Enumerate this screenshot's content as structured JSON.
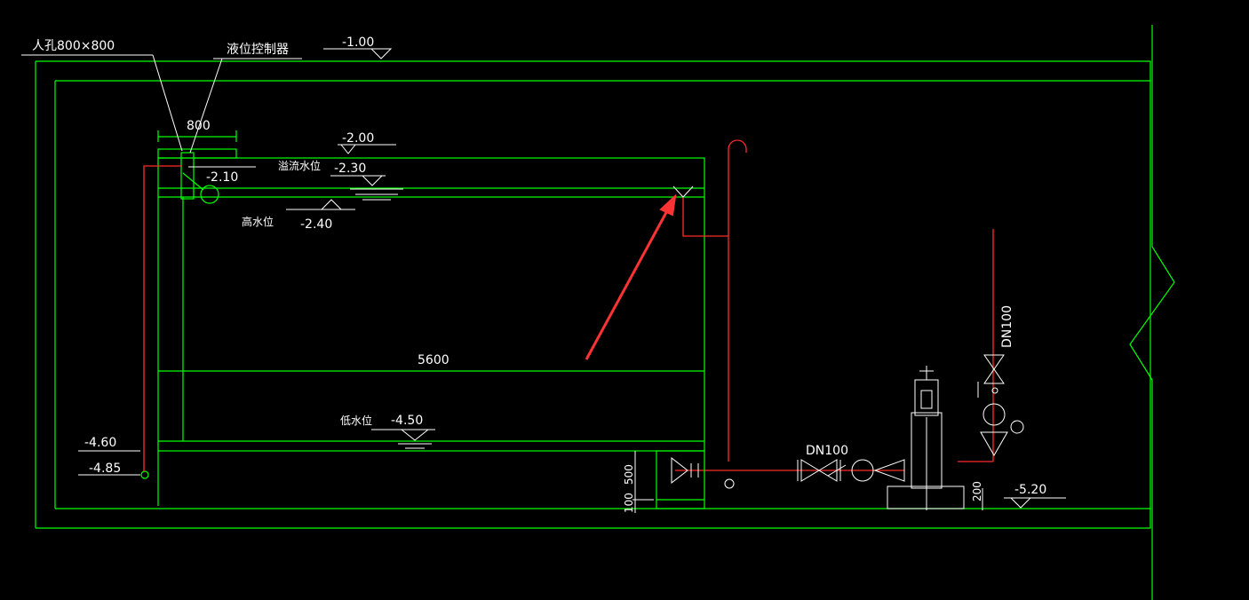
{
  "drawing": {
    "background": "#000000",
    "colors": {
      "structure": "#00ff00",
      "pipe": "#ff2a2a",
      "annotation": "#ffffff",
      "arrow": "#ff3333"
    },
    "labels": {
      "manhole": "人孔800×800",
      "level_controller": "液位控制器",
      "manhole_width": "800",
      "tank_length": "5600",
      "overflow_level_text": "溢流水位",
      "high_level_text": "高水位",
      "low_level_text": "低水位",
      "pipe_dn_vertical": "DN100",
      "pipe_dn_horizontal": "DN100",
      "dim_500": "500",
      "dim_100": "100",
      "dim_200": "200"
    },
    "elevations": {
      "top_slab": "-1.00",
      "overflow_top": "-2.00",
      "controller": "-2.10",
      "overflow_level": "-2.30",
      "high_level": "-2.40",
      "low_level": "-4.50",
      "left_upper": "-4.60",
      "left_lower": "-4.85",
      "pump_floor": "-5.20"
    }
  }
}
